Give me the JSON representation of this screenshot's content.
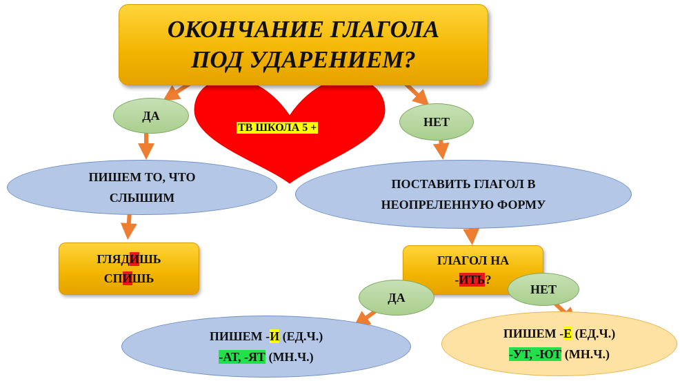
{
  "title": {
    "line1": "ОКОНЧАНИЕ ГЛАГОЛА",
    "line2": "ПОД УДАРЕНИЕМ?"
  },
  "heart": {
    "label": "ТВ ШКОЛА 5 +"
  },
  "yes_top": "ДА",
  "no_top": "НЕТ",
  "left_ellipse": {
    "line1": "ПИШЕМ ТО, ЧТО",
    "line2": "СЛЫШИМ"
  },
  "right_ellipse": {
    "line1": "ПОСТАВИТЬ ГЛАГОЛ В",
    "line2": "НЕОПРЕЛЕННУЮ ФОРМУ"
  },
  "example_box": {
    "word1_a": "ГЛЯД",
    "word1_hl": "И",
    "word1_b": "ШЬ",
    "word2_a": "СП",
    "word2_hl": "И",
    "word2_b": "ШЬ"
  },
  "verb_box": {
    "line1": "ГЛАГОЛ НА",
    "line2_a": "-",
    "line2_hl": "ИТЬ",
    "line2_b": "?"
  },
  "yes_bottom": "ДА",
  "no_bottom": "НЕТ",
  "result_left": {
    "l1_a": "ПИШЕМ -",
    "l1_hl": "И",
    "l1_b": " (ЕД.Ч.)",
    "l2_hl": "-АТ, -ЯТ",
    "l2_b": " (МН.Ч.)"
  },
  "result_right": {
    "l1_a": "ПИШЕМ -",
    "l1_hl": "Е",
    "l1_b": " (ЕД.Ч.)",
    "l2_hl": "-УТ, -ЮТ",
    "l2_b": " (МН.Ч.)"
  },
  "colors": {
    "arrow": "#ed7d31",
    "heart": "#ff0000",
    "gold": "#f2b400",
    "blue_ellipse": "#b4c7e7",
    "green_pill": "#a9cf8e",
    "highlight_red": "#e8181b",
    "highlight_yellow": "#ffff00",
    "highlight_green": "#22e04a"
  }
}
